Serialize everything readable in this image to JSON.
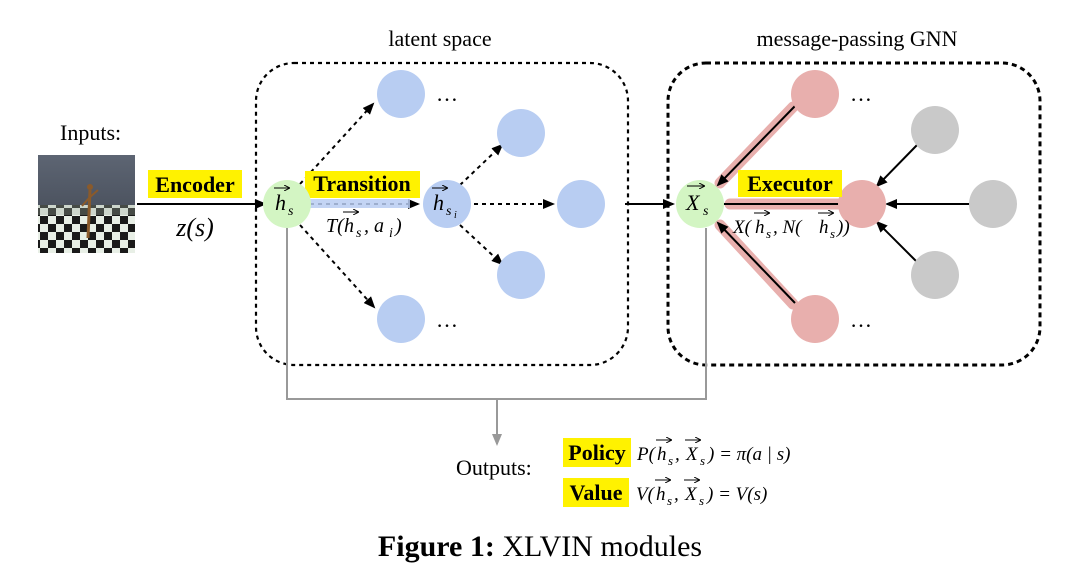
{
  "inputs_label": "Inputs:",
  "latent_space_label": "latent space",
  "gnn_label": "message-passing GNN",
  "encoder": {
    "label": "Encoder",
    "formula": "z(s)"
  },
  "transition": {
    "label": "Transition",
    "formula_prefix": "T(",
    "formula_vec": "h",
    "formula_sub": "s",
    "formula_suffix": ", a",
    "formula_suffix_sub": "i",
    "formula_close": ")"
  },
  "executor": {
    "label": "Executor",
    "formula_prefix": "X(",
    "formula_vec": "h",
    "formula_sub": "s",
    "formula_mid": ", N(",
    "formula_vec2": "h",
    "formula_sub2": "s",
    "formula_close": "))"
  },
  "nodes": {
    "hs_vec": "h",
    "hs_sub": "s",
    "hsi_vec": "h",
    "hsi_sub": "s",
    "hsi_subsub": "i",
    "xs_vec": "X",
    "xs_sub": "s"
  },
  "ellipsis": "…",
  "outputs_label": "Outputs:",
  "policy": {
    "label": "Policy",
    "formula_left": "P(",
    "h": "h",
    "s1": "s",
    "comma": ", ",
    "x": "X",
    "s2": "s",
    "formula_right": ") = π(a | s)"
  },
  "value": {
    "label": "Value",
    "formula_left": "V(",
    "h": "h",
    "s1": "s",
    "comma": ", ",
    "x": "X",
    "s2": "s",
    "formula_right": ") = V(s)"
  },
  "caption": {
    "prefix": "Figure 1:",
    "text": " XLVIN modules"
  },
  "colors": {
    "highlight": "#fff200",
    "blue_node": "#b8cdf2",
    "green_node": "#d3f5c3",
    "red_node": "#e8afad",
    "gray_node": "#c9c9c9",
    "red_edge": "#e8afad"
  }
}
